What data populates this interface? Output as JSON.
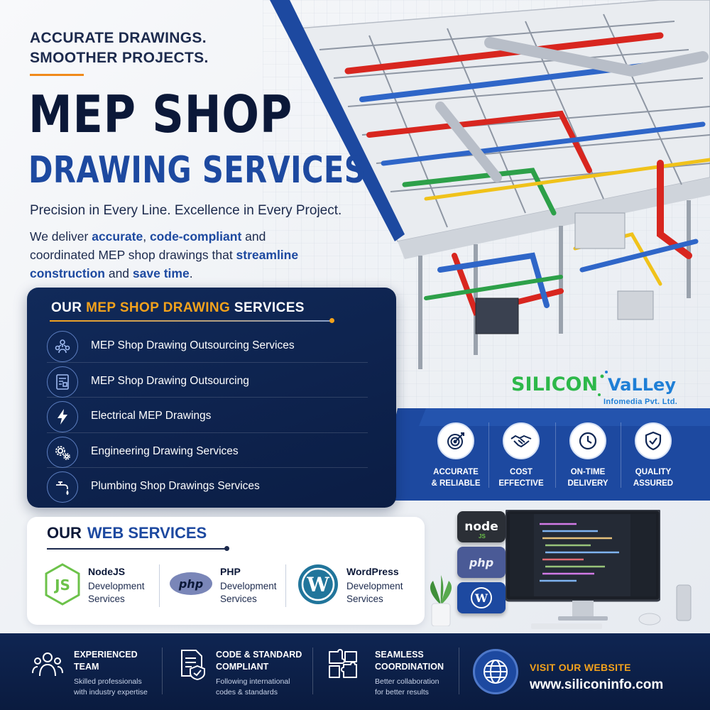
{
  "header": {
    "tagline_line1": "ACCURATE DRAWINGS.",
    "tagline_line2": "SMOOTHER PROJECTS.",
    "title_line1": "MEP SHOP",
    "title_line2": "DRAWING SERVICES",
    "subtitle": "Precision in Every Line. Excellence in Every Project.",
    "desc": {
      "p1": "We deliver ",
      "h1": "accurate",
      "p2": ", ",
      "h2": "code-compliant",
      "p3": " and coordinated MEP shop drawings that ",
      "h3": "streamline construction",
      "p4": " and ",
      "h4": "save time",
      "p5": "."
    }
  },
  "services": {
    "heading_pre": "OUR ",
    "heading_accent": "MEP SHOP DRAWING",
    "heading_post": " SERVICES",
    "items": [
      {
        "label": "MEP Shop Drawing Outsourcing Services",
        "icon": "team-network-icon"
      },
      {
        "label": "MEP Shop Drawing Outsourcing",
        "icon": "blueprint-document-icon"
      },
      {
        "label": "Electrical MEP Drawings",
        "icon": "lightning-bolt-icon"
      },
      {
        "label": "Engineering Drawing Services",
        "icon": "gears-icon"
      },
      {
        "label": "Plumbing Shop Drawings Services",
        "icon": "faucet-icon"
      }
    ]
  },
  "brand": {
    "logo_part1": "SILICON",
    "logo_part2": "VaLLey",
    "logo_sub": "Infomedia Pvt. Ltd."
  },
  "features": [
    {
      "label": "ACCURATE\n& RELIABLE",
      "icon": "target-icon"
    },
    {
      "label": "COST\nEFFECTIVE",
      "icon": "handshake-icon"
    },
    {
      "label": "ON-TIME\nDELIVERY",
      "icon": "clock-icon"
    },
    {
      "label": "QUALITY\nASSURED",
      "icon": "shield-check-icon"
    }
  ],
  "web": {
    "heading_pre": "OUR",
    "heading_accent": "WEB SERVICES",
    "items": [
      {
        "name": "NodeJS",
        "desc": "Development\nServices",
        "icon": "nodejs-icon"
      },
      {
        "name": "PHP",
        "desc": "Development\nServices",
        "icon": "php-icon"
      },
      {
        "name": "WordPress",
        "desc": "Development\nServices",
        "icon": "wordpress-icon"
      }
    ],
    "badges": {
      "node": "node",
      "node_js": "JS",
      "php": "php"
    }
  },
  "footer": {
    "items": [
      {
        "title": "EXPERIENCED\nTEAM",
        "desc": "Skilled professionals\nwith industry expertise",
        "icon": "team-icon"
      },
      {
        "title": "CODE & STANDARD\nCOMPLIANT",
        "desc": "Following international\ncodes & standards",
        "icon": "compliance-document-icon"
      },
      {
        "title": "SEAMLESS\nCOORDINATION",
        "desc": "Better collaboration\nfor better results",
        "icon": "puzzle-icon"
      }
    ],
    "visit_label": "VISIT OUR WEBSITE",
    "visit_url": "www.siliconinfo.com"
  },
  "colors": {
    "navy": "#0b1838",
    "brand_blue": "#1d49a0",
    "accent_orange": "#f3a21c",
    "logo_green": "#2db84a",
    "logo_blue": "#1f7fd6"
  }
}
